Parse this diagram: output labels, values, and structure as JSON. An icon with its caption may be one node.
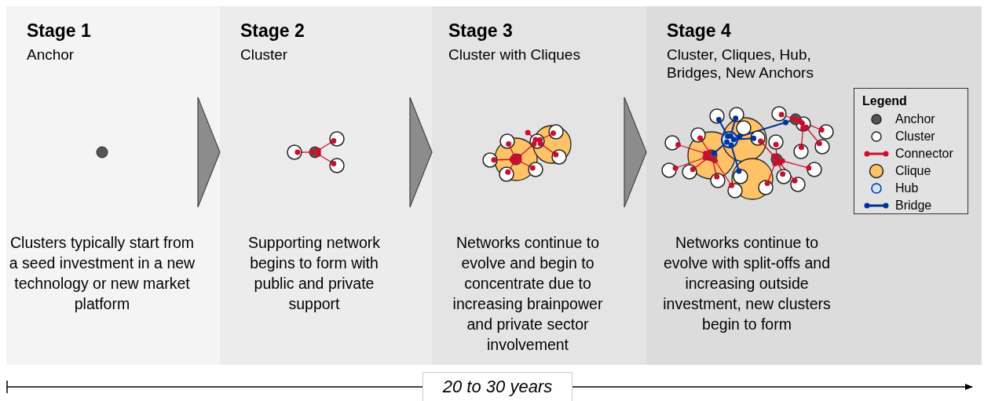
{
  "diagram": {
    "nodes": [
      {
        "text": [
          "Stage 1",
          "Anchor",
          "Clusters typically start from a seed investment in a new technology or new market platform"
        ]
      },
      {
        "text": [
          "Stage 2",
          "Cluster",
          "Supporting network begins to form with public and private support"
        ]
      },
      {
        "text": [
          "Stage 3",
          "Cluster with Cliques",
          "Networks continue to evolve and begin to concentrate due to increasing brainpower and private sector involvement"
        ]
      },
      {
        "text": [
          "Stage 4",
          "Cluster, Cliques, Hub, Bridges, New Anchors",
          "Networks continue to evolve with split-offs and increasing outside investment, new clusters begin to form"
        ]
      }
    ],
    "edges": [
      {
        "from": 0,
        "to": 1,
        "arrow": "to"
      },
      {
        "from": 1,
        "to": 2,
        "arrow": "to"
      },
      {
        "from": 2,
        "to": 3,
        "arrow": "to"
      }
    ],
    "labels": [
      "Legend",
      "20 to 30 years"
    ],
    "legend": [
      {
        "text": "Anchor",
        "color": "#555555"
      },
      {
        "text": "Cluster",
        "color": "#ffffff"
      },
      {
        "text": "Connector"
      },
      {
        "text": "Clique",
        "color": "#ffc266"
      },
      {
        "text": "Hub",
        "color": "#cce8ff"
      },
      {
        "text": "Bridge"
      }
    ]
  }
}
